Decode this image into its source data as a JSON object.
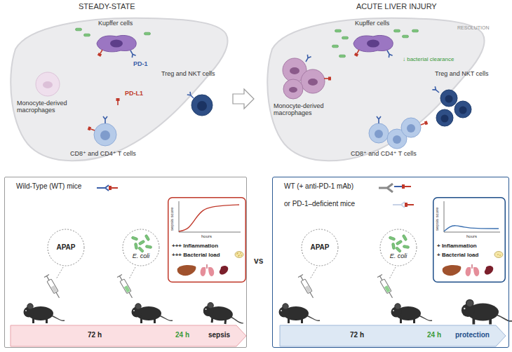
{
  "diagram": {
    "nodes": [
      {
        "text": [
          "Wild-Type (WT) mice"
        ]
      },
      {
        "text": [
          "APAP"
        ],
        "in": 0
      },
      {
        "text": [
          "E. coli"
        ],
        "in": 0
      },
      {
        "text": [
          "sepsis score",
          "hours",
          "+++ Inflammation",
          "+++ Bacterial load"
        ],
        "in": 0
      },
      {
        "text": [
          "72 h",
          "24 h",
          "sepsis"
        ],
        "in": 0
      },
      {
        "text": [
          "WT (+ anti-PD-1 mAb)",
          "or PD-1–deficient mice"
        ]
      },
      {
        "text": [
          "APAP"
        ],
        "in": 5
      },
      {
        "text": [
          "E. coli"
        ],
        "in": 5
      },
      {
        "text": [
          "sepsis score",
          "hours",
          "+ Inflammation",
          "+ Bacterial load"
        ],
        "in": 5
      },
      {
        "text": [
          "72 h",
          "24 h",
          "protection"
        ],
        "in": 5
      }
    ],
    "labels": [
      "STEADY-STATE",
      "ACUTE LIVER INJURY",
      "Kupffer cells",
      "PD-1",
      "PD-L1",
      "Monocyte-derived macrophages",
      "Treg and NKT cells",
      "CD8⁺ and CD4⁺ T cells",
      "Kupffer cells",
      "RESOLUTION",
      "↓ bacterial clearance",
      "Monocyte-derived macrophages",
      "Treg and NKT cells",
      "CD8⁺ and CD4⁺ T cells",
      "vs"
    ]
  }
}
